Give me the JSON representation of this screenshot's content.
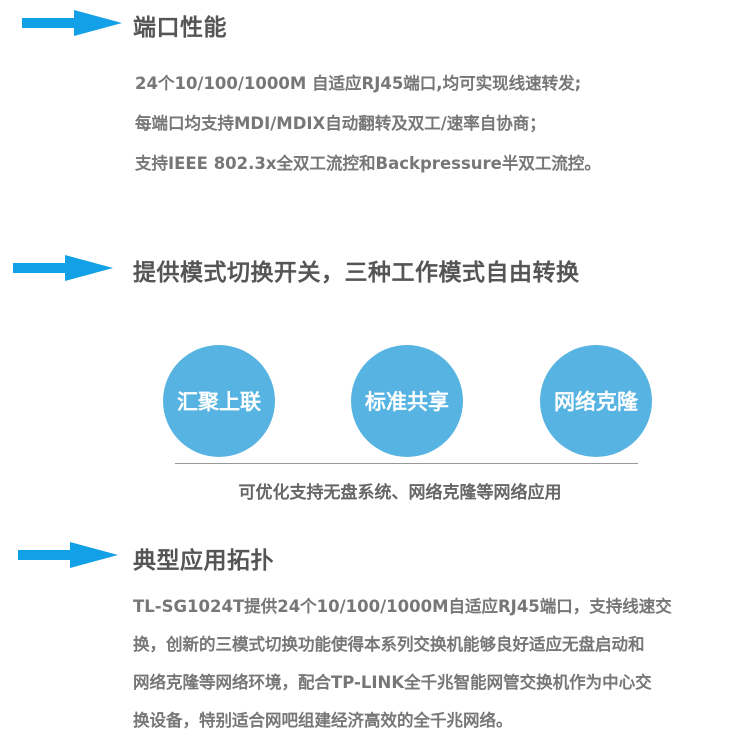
{
  "sections": [
    {
      "title": "端口性能",
      "lines": [
        "24个10/100/1000M 自适应RJ45端口,均可实现线速转发;",
        "每端口均支持MDI/MDIX自动翻转及双工/速率自协商；",
        "支持IEEE 802.3x全双工流控和Backpressure半双工流控。"
      ]
    },
    {
      "title": "提供模式切换开关，三种工作模式自由转换",
      "modes": [
        "汇聚上联",
        "标准共享",
        "网络克隆"
      ],
      "caption": "可优化支持无盘系统、网络克隆等网络应用"
    },
    {
      "title": "典型应用拓扑",
      "lines": [
        "TL-SG1024T提供24个10/100/1000M自适应RJ45端口，支持线速交",
        "换，创新的三模式切换功能使得本系列交换机能够良好适应无盘启动和",
        "网络克隆等网络环境，配合TP-LINK全千兆智能网管交换机作为中心交",
        "换设备，特别适合网吧组建经济高效的全千兆网络。"
      ]
    }
  ],
  "colors": {
    "accent": "#12a0e6",
    "circle": "#56b3e2",
    "title": "#555555",
    "text": "#777777"
  }
}
